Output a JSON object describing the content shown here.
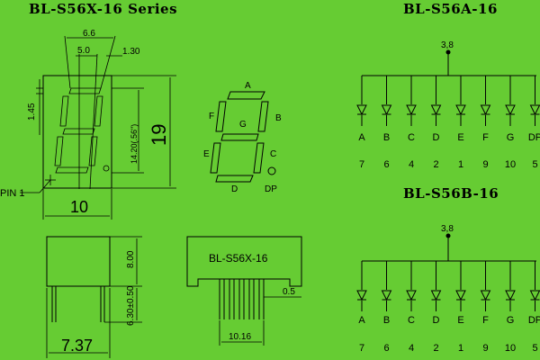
{
  "titles": {
    "series": "BL-S56X-16 Series",
    "variant_a": "BL-S56A-16",
    "variant_b": "BL-S56B-16"
  },
  "front_view": {
    "dim_top": "6.6",
    "dim_inner": "5.0",
    "dim_slant": "1.30",
    "dim_left": "1.45",
    "dim_height_inner": "14.20(.56\")",
    "dim_height": "19",
    "dim_width": "10",
    "pin_label": "PIN 1"
  },
  "segment_diagram": {
    "labels": {
      "a": "A",
      "b": "B",
      "c": "C",
      "d": "D",
      "e": "E",
      "f": "F",
      "g": "G",
      "dp": "DP"
    }
  },
  "side_view": {
    "dim_height": "8.00",
    "dim_pin": "6.30±0.50",
    "dim_width": "7.37"
  },
  "bottom_view": {
    "label": "BL-S56X-16",
    "dim_pin_width": "0.5",
    "dim_pin_span": "10.16"
  },
  "circuit_a": {
    "common_pins": "3,8",
    "segments": [
      "A",
      "B",
      "C",
      "D",
      "E",
      "F",
      "G",
      "DP"
    ],
    "pins": [
      "7",
      "6",
      "4",
      "2",
      "1",
      "9",
      "10",
      "5"
    ]
  },
  "circuit_b": {
    "common_pins": "3,8",
    "segments": [
      "A",
      "B",
      "C",
      "D",
      "E",
      "F",
      "G",
      "DP"
    ],
    "pins": [
      "7",
      "6",
      "4",
      "2",
      "1",
      "9",
      "10",
      "5"
    ]
  }
}
